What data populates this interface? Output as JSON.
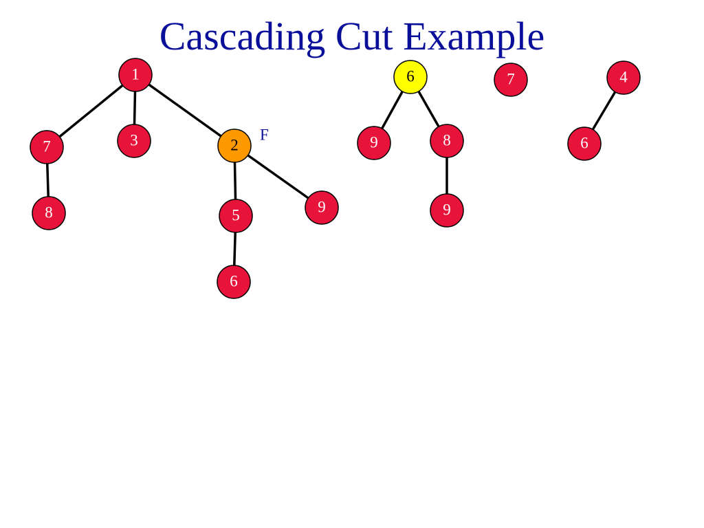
{
  "title": "Cascading Cut Example",
  "colors": {
    "node_default": "#e8133a",
    "node_marked": "#ff9900",
    "node_highlight": "#ffff00",
    "node_text_default": "#ffffff",
    "node_text_dark": "#000000",
    "edge": "#000000",
    "title": "#0a0f9a",
    "mark_label": "#0a0f9a"
  },
  "trees": [
    {
      "nodes": [
        {
          "id": "t1-n1",
          "label": "1",
          "style": "default"
        },
        {
          "id": "t1-n7",
          "label": "7",
          "style": "default"
        },
        {
          "id": "t1-n3",
          "label": "3",
          "style": "default"
        },
        {
          "id": "t1-n2",
          "label": "2",
          "style": "marked",
          "mark": "F"
        },
        {
          "id": "t1-n8",
          "label": "8",
          "style": "default"
        },
        {
          "id": "t1-n5",
          "label": "5",
          "style": "default"
        },
        {
          "id": "t1-n9",
          "label": "9",
          "style": "default"
        },
        {
          "id": "t1-n6",
          "label": "6",
          "style": "default"
        }
      ],
      "edges": [
        [
          "t1-n1",
          "t1-n7"
        ],
        [
          "t1-n1",
          "t1-n3"
        ],
        [
          "t1-n1",
          "t1-n2"
        ],
        [
          "t1-n7",
          "t1-n8"
        ],
        [
          "t1-n2",
          "t1-n5"
        ],
        [
          "t1-n2",
          "t1-n9"
        ],
        [
          "t1-n5",
          "t1-n6"
        ]
      ]
    },
    {
      "nodes": [
        {
          "id": "t2-n6",
          "label": "6",
          "style": "highlight"
        },
        {
          "id": "t2-n9a",
          "label": "9",
          "style": "default"
        },
        {
          "id": "t2-n8",
          "label": "8",
          "style": "default"
        },
        {
          "id": "t2-n9b",
          "label": "9",
          "style": "default"
        }
      ],
      "edges": [
        [
          "t2-n6",
          "t2-n9a"
        ],
        [
          "t2-n6",
          "t2-n8"
        ],
        [
          "t2-n8",
          "t2-n9b"
        ]
      ]
    },
    {
      "nodes": [
        {
          "id": "t3-n7",
          "label": "7",
          "style": "default"
        }
      ],
      "edges": []
    },
    {
      "nodes": [
        {
          "id": "t4-n4",
          "label": "4",
          "style": "default"
        },
        {
          "id": "t4-n6",
          "label": "6",
          "style": "default"
        }
      ],
      "edges": [
        [
          "t4-n4",
          "t4-n6"
        ]
      ]
    }
  ]
}
